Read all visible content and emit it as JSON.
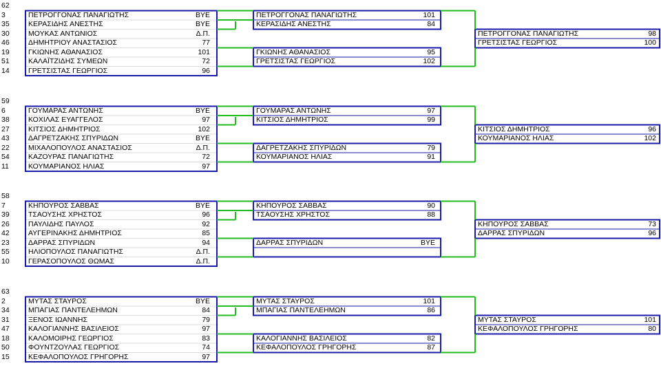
{
  "brackets": [
    {
      "group": "62",
      "r1": [
        {
          "seed": "3",
          "name": "ΠΕΤΡΟΓΓΟΝΑΣ ΠΑΝΑΓΙΩΤΗΣ",
          "score": "ΒΥΕ"
        },
        {
          "seed": "35",
          "name": "ΚΕΡΑΣΙΔΗΣ ΑΝΕΣΤΗΣ",
          "score": "ΒΥΕ"
        },
        {
          "seed": "30",
          "name": "ΜΟΥΚΑΣ ΑΝΤΩΝΙΟΣ",
          "score": "Δ.Π."
        },
        {
          "seed": "46",
          "name": "ΔΗΜΗΤΡΙΟΥ ΑΝΑΣΤΑΣΙΟΣ",
          "score": "77"
        },
        {
          "seed": "19",
          "name": "ΓΚΙΩΝΗΣ ΑΘΑΝΑΣΙΟΣ",
          "score": "101"
        },
        {
          "seed": "51",
          "name": "ΚΑΛΑΪΤΖΙΔΗΣ ΣΥΜΕΩΝ",
          "score": "72"
        },
        {
          "seed": "14",
          "name": "ΓΡΕΤΣΙΣΤΑΣ ΓΕΩΡΓΙΟΣ",
          "score": "96"
        }
      ],
      "r2": [
        {
          "name": "ΠΕΤΡΟΓΓΟΝΑΣ ΠΑΝΑΓΙΩΤΗΣ",
          "score": "101"
        },
        {
          "name": "ΚΕΡΑΣΙΔΗΣ ΑΝΕΣΤΗΣ",
          "score": "84"
        },
        {
          "name": "ΓΚΙΩΝΗΣ ΑΘΑΝΑΣΙΟΣ",
          "score": "95"
        },
        {
          "name": "ΓΡΕΤΣΙΣΤΑΣ ΓΕΩΡΓΙΟΣ",
          "score": "102"
        }
      ],
      "r3": [
        {
          "name": "ΠΕΤΡΟΓΓΟΝΑΣ ΠΑΝΑΓΙΩΤΗΣ",
          "score": "98"
        },
        {
          "name": "ΓΡΕΤΣΙΣΤΑΣ ΓΕΩΡΓΙΟΣ",
          "score": "100"
        }
      ]
    },
    {
      "group": "59",
      "r1": [
        {
          "seed": "6",
          "name": "ΓΟΥΜΑΡΑΣ ΑΝΤΩΝΗΣ",
          "score": "ΒΥΕ"
        },
        {
          "seed": "38",
          "name": "ΚΟΧΙΛΑΣ ΕΥΑΓΓΕΛΟΣ",
          "score": "97"
        },
        {
          "seed": "27",
          "name": "ΚΙΤΣΙΟΣ ΔΗΜΗΤΡΙΟΣ",
          "score": "102"
        },
        {
          "seed": "43",
          "name": "ΔΑΓΡΕΤΖΑΚΗΣ ΣΠΥΡΙΔΩΝ",
          "score": "ΒΥΕ"
        },
        {
          "seed": "22",
          "name": "ΜΙΧΑΛΟΠΟΥΛΟΣ ΑΝΑΣΤΑΣΙΟΣ",
          "score": "Δ.Π."
        },
        {
          "seed": "54",
          "name": "ΚΑΖΟΥΡΑΣ ΠΑΝΑΓΙΩΤΗΣ",
          "score": "72"
        },
        {
          "seed": "11",
          "name": "ΚΟΥΜΑΡΙΑΝΟΣ ΗΛΙΑΣ",
          "score": "97"
        }
      ],
      "r2": [
        {
          "name": "ΓΟΥΜΑΡΑΣ ΑΝΤΩΝΗΣ",
          "score": "97"
        },
        {
          "name": "ΚΙΤΣΙΟΣ ΔΗΜΗΤΡΙΟΣ",
          "score": "99"
        },
        {
          "name": "ΔΑΓΡΕΤΖΑΚΗΣ ΣΠΥΡΙΔΩΝ",
          "score": "79"
        },
        {
          "name": "ΚΟΥΜΑΡΙΑΝΟΣ ΗΛΙΑΣ",
          "score": "91"
        }
      ],
      "r3": [
        {
          "name": "ΚΙΤΣΙΟΣ ΔΗΜΗΤΡΙΟΣ",
          "score": "96"
        },
        {
          "name": "ΚΟΥΜΑΡΙΑΝΟΣ ΗΛΙΑΣ",
          "score": "102"
        }
      ]
    },
    {
      "group": "58",
      "r1": [
        {
          "seed": "7",
          "name": "ΚΗΠΟΥΡΟΣ ΣΑΒΒΑΣ",
          "score": "ΒΥΕ"
        },
        {
          "seed": "39",
          "name": "ΤΣΑΟΥΣΗΣ ΧΡΗΣΤΟΣ",
          "score": "96"
        },
        {
          "seed": "26",
          "name": "ΠΑΥΛΙΔΗΣ ΠΑΥΛΟΣ",
          "score": "92"
        },
        {
          "seed": "42",
          "name": "ΑΥΓΕΡΙΝΑΚΗΣ ΔΗΜΗΤΡΙΟΣ",
          "score": "85"
        },
        {
          "seed": "23",
          "name": "ΔΑΡΡΑΣ ΣΠΥΡΙΔΩΝ",
          "score": "94"
        },
        {
          "seed": "55",
          "name": "ΗΛΙΟΠΟΥΛΟΣ ΠΑΝΑΓΙΩΤΗΣ",
          "score": "Δ.Π."
        },
        {
          "seed": "10",
          "name": "ΓΕΡΑΣΟΠΟΥΛΟΣ ΘΩΜΑΣ",
          "score": "Δ.Π."
        }
      ],
      "r2": [
        {
          "name": "ΚΗΠΟΥΡΟΣ ΣΑΒΒΑΣ",
          "score": "90"
        },
        {
          "name": "ΤΣΑΟΥΣΗΣ ΧΡΗΣΤΟΣ",
          "score": "88"
        },
        {
          "name": "ΔΑΡΡΑΣ ΣΠΥΡΙΔΩΝ",
          "score": "ΒΥΕ"
        },
        {
          "name": "",
          "score": ""
        }
      ],
      "r3": [
        {
          "name": "ΚΗΠΟΥΡΟΣ ΣΑΒΒΑΣ",
          "score": "73"
        },
        {
          "name": "ΔΑΡΡΑΣ ΣΠΥΡΙΔΩΝ",
          "score": "96"
        }
      ]
    },
    {
      "group": "63",
      "r1": [
        {
          "seed": "2",
          "name": "ΜΥΤΑΣ ΣΤΑΥΡΟΣ",
          "score": "ΒΥΕ"
        },
        {
          "seed": "34",
          "name": "ΜΠΑΓΙΑΣ ΠΑΝΤΕΛΕΗΜΩΝ",
          "score": "84"
        },
        {
          "seed": "31",
          "name": "ΞΕΝΟΣ ΙΩΑΝΝΗΣ",
          "score": "79"
        },
        {
          "seed": "47",
          "name": "ΚΑΛΟΓΙΑΝΝΗΣ ΒΑΣΙΛΕΙΟΣ",
          "score": "97"
        },
        {
          "seed": "18",
          "name": "ΚΑΛΟΜΟΙΡΗΣ ΓΕΩΡΓΙΟΣ",
          "score": "83"
        },
        {
          "seed": "50",
          "name": "ΦΟΥΝΤΖΟΥΛΑΣ ΓΕΩΡΓΙΟΣ",
          "score": "74"
        },
        {
          "seed": "15",
          "name": "ΚΕΦΑΛΟΠΟΥΛΟΣ ΓΡΗΓΟΡΗΣ",
          "score": "97"
        }
      ],
      "r2": [
        {
          "name": "ΜΥΤΑΣ ΣΤΑΥΡΟΣ",
          "score": "101"
        },
        {
          "name": "ΜΠΑΓΙΑΣ ΠΑΝΤΕΛΕΗΜΩΝ",
          "score": "86"
        },
        {
          "name": "ΚΑΛΟΓΙΑΝΝΗΣ ΒΑΣΙΛΕΙΟΣ",
          "score": "82"
        },
        {
          "name": "ΚΕΦΑΛΟΠΟΥΛΟΣ ΓΡΗΓΟΡΗΣ",
          "score": "87"
        }
      ],
      "r3": [
        {
          "name": "ΜΥΤΑΣ ΣΤΑΥΡΟΣ",
          "score": "101"
        },
        {
          "name": "ΚΕΦΑΛΟΠΟΥΛΟΣ ΓΡΗΓΟΡΗΣ",
          "score": "80"
        }
      ]
    }
  ],
  "colors": {
    "r1_box": "#1a1aa8",
    "r2_box": "#1a1aa8",
    "r3_box": "#1a1aa8",
    "connector": "#22bb22",
    "grid": "#b8b8b8"
  }
}
